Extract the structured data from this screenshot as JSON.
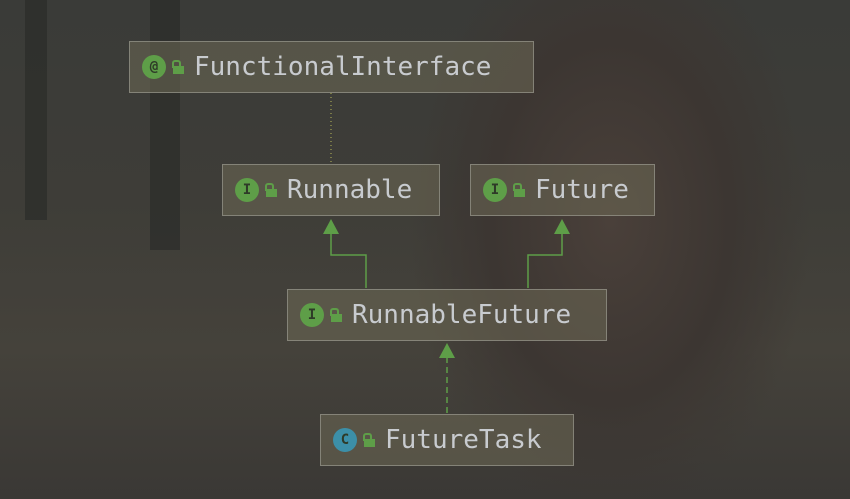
{
  "nodes": {
    "functional_interface": {
      "label": "FunctionalInterface",
      "kind": "annotation",
      "badge": "@"
    },
    "runnable": {
      "label": "Runnable",
      "kind": "interface",
      "badge": "I"
    },
    "future": {
      "label": "Future",
      "kind": "interface",
      "badge": "I"
    },
    "runnable_future": {
      "label": "RunnableFuture",
      "kind": "interface",
      "badge": "I"
    },
    "future_task": {
      "label": "FutureTask",
      "kind": "class",
      "badge": "C"
    }
  },
  "edges": [
    {
      "from": "runnable",
      "to": "functional_interface",
      "type": "annotation-dotted"
    },
    {
      "from": "runnable_future",
      "to": "runnable",
      "type": "extends"
    },
    {
      "from": "runnable_future",
      "to": "future",
      "type": "extends"
    },
    {
      "from": "future_task",
      "to": "runnable_future",
      "type": "implements"
    }
  ],
  "colors": {
    "edge": "#5e9e48",
    "interface_badge": "#5e9e48",
    "class_badge": "#3c8fa8"
  }
}
